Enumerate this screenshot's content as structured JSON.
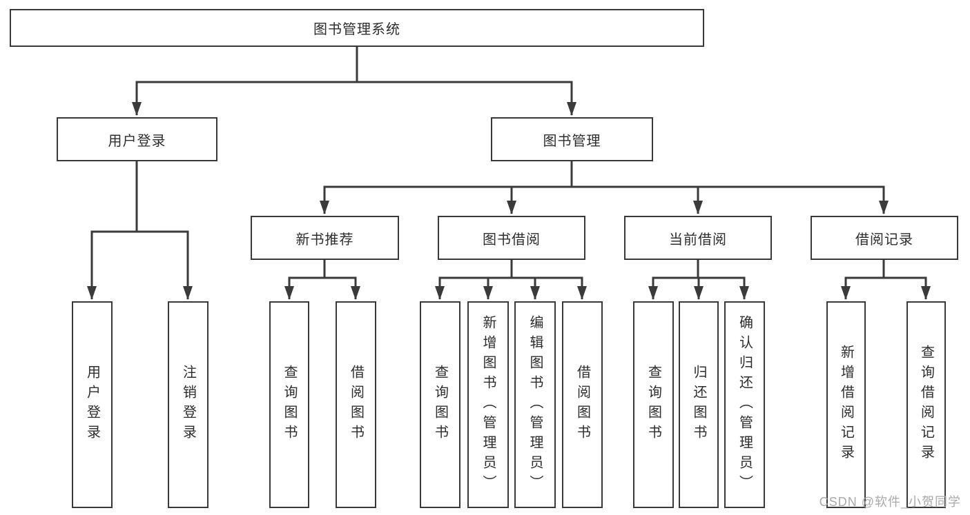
{
  "nodes": {
    "root": "图书管理系统",
    "user_login": "用户登录",
    "book_mgmt": "图书管理",
    "new_book_rec": "新书推荐",
    "book_borrow": "图书借阅",
    "current_borrow": "当前借阅",
    "borrow_record": "借阅记录",
    "ul_login": "用户登录",
    "ul_logout": "注销登录",
    "nb_query_book": "查询图书",
    "nb_borrow_book": "借阅图书",
    "bb_query_book": "查询图书",
    "bb_add_book": "新增图书（管理员）",
    "bb_edit_book": "编辑图书（管理员）",
    "bb_borrow_book": "借阅图书",
    "cb_query_book": "查询图书",
    "cb_return_book": "归还图书",
    "cb_confirm_return": "确认归还（管理员）",
    "br_add_record": "新增借阅记录",
    "br_query_record": "查询借阅记录"
  },
  "watermark": "CSDN @软件_小贺同学",
  "colors": {
    "line": "#3a3a3a",
    "box_border": "#383838",
    "text": "#2d2d2d",
    "background": "#ffffff",
    "watermark": "#a9a9a9"
  }
}
